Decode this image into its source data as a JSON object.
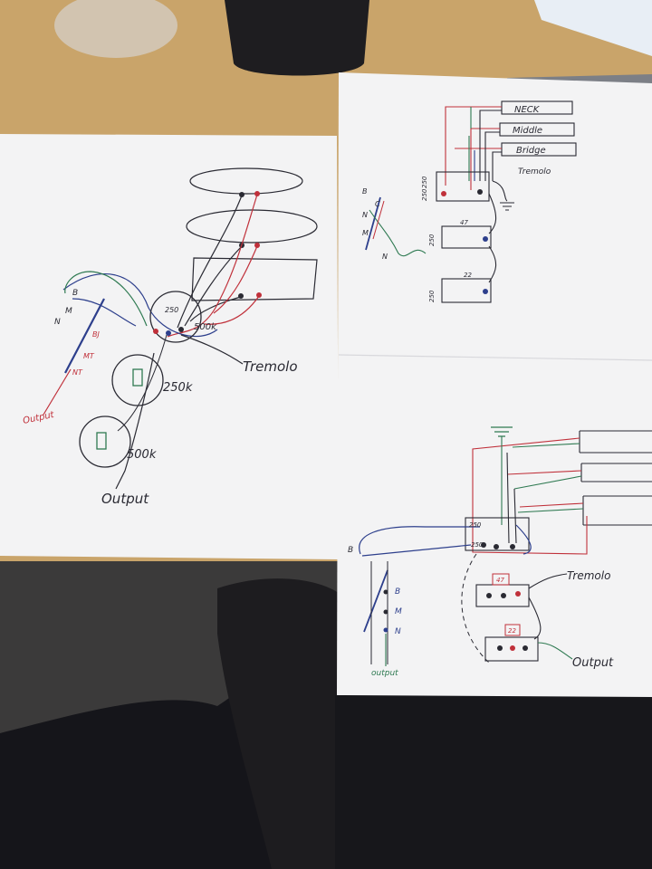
{
  "colors": {
    "table": "#c9a46a",
    "paper": "#f3f3f4",
    "ink_black": "#2a2a33",
    "ink_red": "#c0303a",
    "ink_blue": "#2d3f8c",
    "ink_green": "#2f7a52",
    "dark_cloth": "#15151a"
  },
  "left_sheet": {
    "pot_labels": [
      "250",
      "500k",
      "250k",
      "500k"
    ],
    "switch_labels": [
      "B",
      "N",
      "M",
      "BJ",
      "MT",
      "NT"
    ],
    "tremolo_label": "Tremolo",
    "output_label_red": "Output",
    "output_label_black": "Output"
  },
  "right_top_sheet": {
    "pickups": [
      "NECK",
      "Middle",
      "Bridge"
    ],
    "tremolo_label": "Tremolo",
    "pot_labels": [
      "250",
      "250",
      "250",
      "250",
      "47",
      "22"
    ],
    "switch_labels": [
      "B",
      "N",
      "M",
      "C",
      "N"
    ]
  },
  "right_bottom_sheet": {
    "pot_labels": [
      "250",
      "250",
      "47",
      "22"
    ],
    "switch_labels": [
      "B",
      "B",
      "M",
      "N"
    ],
    "tremolo_label": "Tremolo",
    "output_label": "Output",
    "switch_output_label": "output"
  }
}
